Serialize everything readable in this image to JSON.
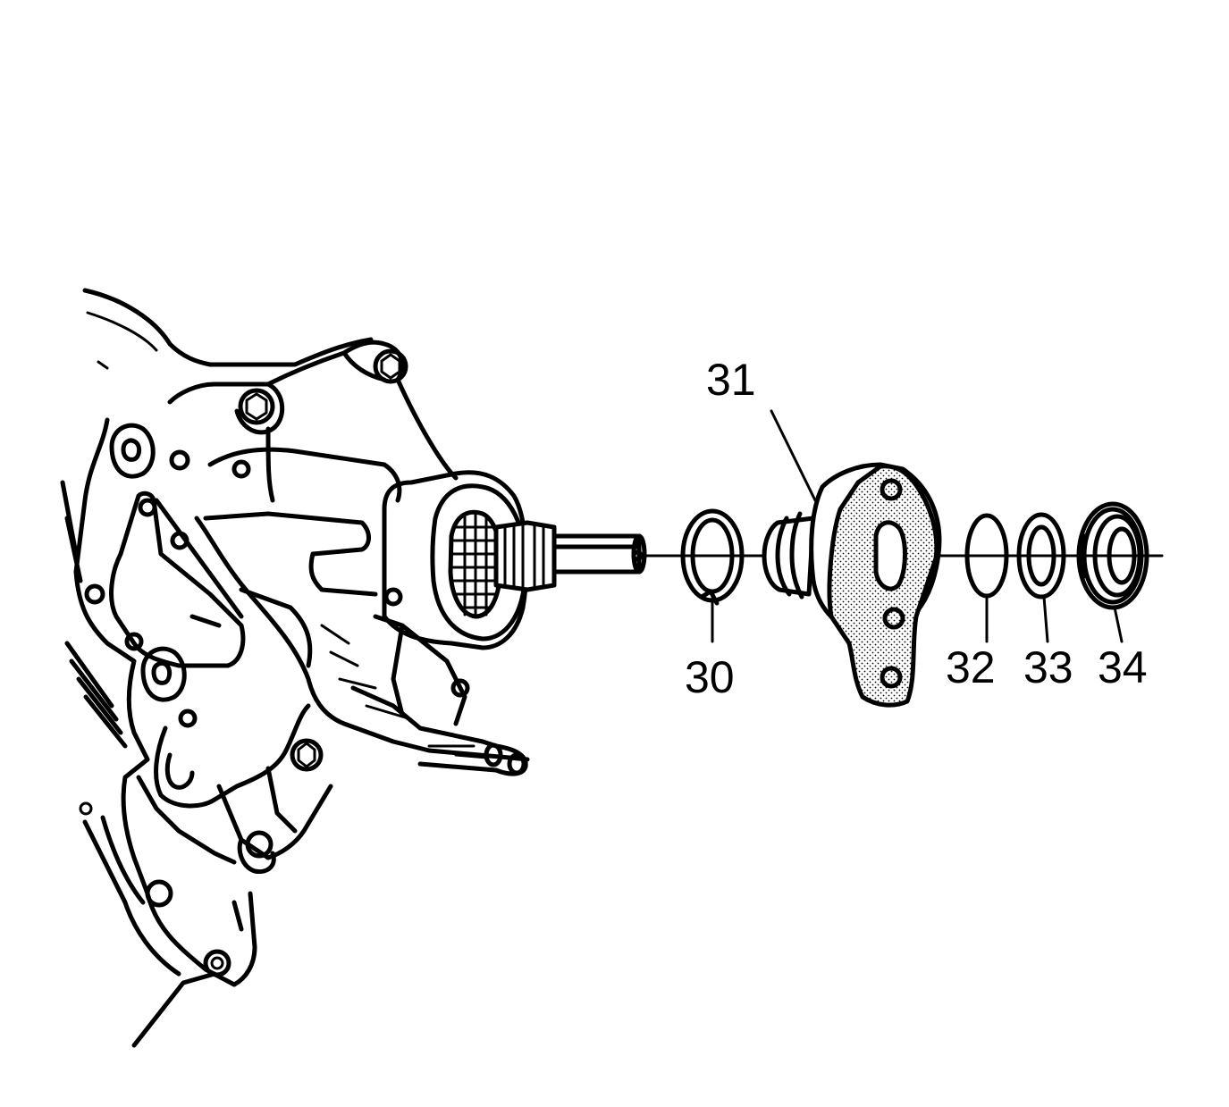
{
  "colors": {
    "line": "#000000",
    "background": "#ffffff",
    "gasket_stipple": "#000000"
  },
  "callouts": [
    {
      "id": "30",
      "label": "30"
    },
    {
      "id": "31",
      "label": "31"
    },
    {
      "id": "32",
      "label": "32"
    },
    {
      "id": "33",
      "label": "33"
    },
    {
      "id": "34",
      "label": "34"
    }
  ]
}
